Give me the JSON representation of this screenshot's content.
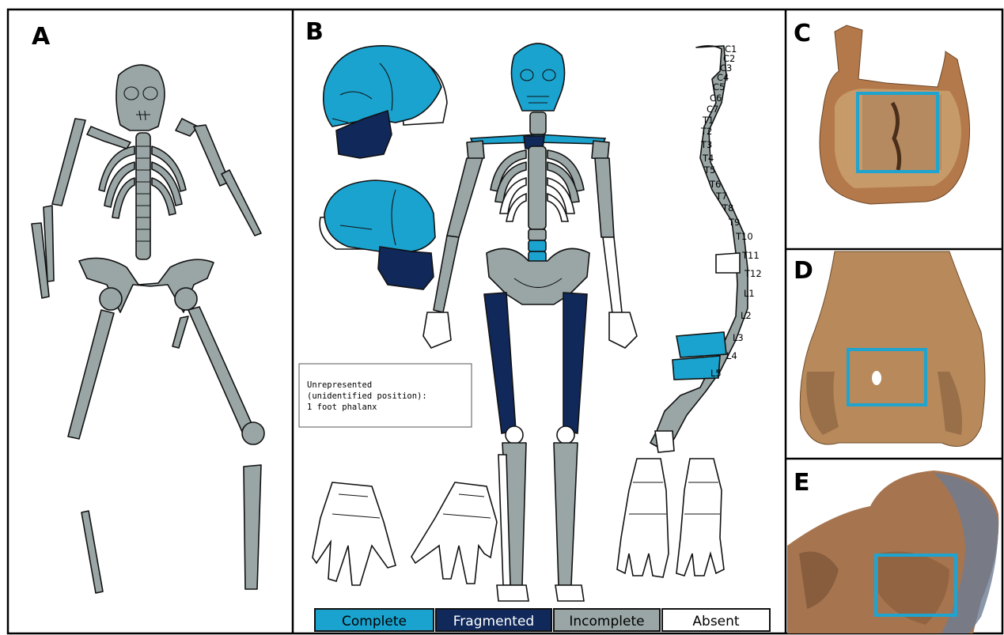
{
  "panels": {
    "a": {
      "label": "A"
    },
    "b": {
      "label": "B"
    },
    "c": {
      "label": "C"
    },
    "d": {
      "label": "D"
    },
    "e": {
      "label": "E"
    }
  },
  "vertebra_labels": [
    "C1",
    "C2",
    "C3",
    "C4",
    "C5",
    "C6",
    "C7",
    "T1",
    "T2",
    "T3",
    "T4",
    "T5",
    "T6",
    "T7",
    "T8",
    "T9",
    "T10",
    "T11",
    "T12",
    "L1",
    "L2",
    "L3",
    "L4",
    "L5"
  ],
  "note": {
    "lines": [
      "Unrepresented",
      "(unidentified position):",
      "1 foot phalanx"
    ]
  },
  "legend": [
    {
      "label": "Complete",
      "color": "#1aa3cf",
      "text_color": "#000000"
    },
    {
      "label": "Fragmented",
      "color": "#10285a",
      "text_color": "#ffffff"
    },
    {
      "label": "Incomplete",
      "color": "#9aa6a6",
      "text_color": "#000000"
    },
    {
      "label": "Absent",
      "color": "#ffffff",
      "text_color": "#000000"
    }
  ],
  "colors": {
    "complete": "#1aa3cf",
    "fragmented": "#10285a",
    "incomplete": "#9aa6a6",
    "absent": "#ffffff",
    "highlight_box": "#1ea4cf"
  }
}
